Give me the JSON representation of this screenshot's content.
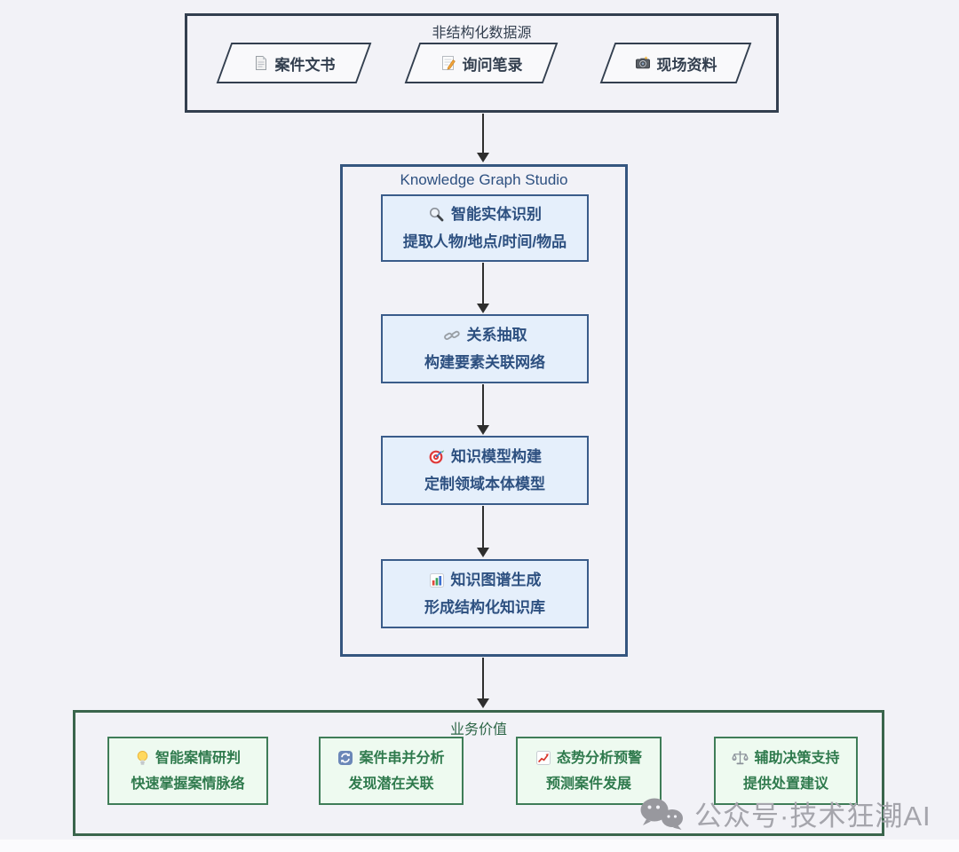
{
  "colors": {
    "background": "#f2f2f7",
    "dark_slate": "#333f4f",
    "navy_text": "#2d5080",
    "blue_fill": "#e5effb",
    "blue_border": "#3a5c8a",
    "green_text": "#2f7a4d",
    "green_fill": "#eefaf0",
    "green_border": "#3f7d58",
    "arrow": "#2e2e2e",
    "watermark": "#a5a5ac"
  },
  "sources": {
    "title": "非结构化数据源",
    "items": [
      {
        "label": "案件文书",
        "icon": "document-icon"
      },
      {
        "label": "询问笔录",
        "icon": "memo-icon"
      },
      {
        "label": "现场资料",
        "icon": "camera-icon"
      }
    ]
  },
  "studio": {
    "title": "Knowledge Graph Studio",
    "steps": [
      {
        "icon": "search-icon",
        "title": "智能实体识别",
        "subtitle": "提取人物/地点/时间/物品"
      },
      {
        "icon": "link-icon",
        "title": "关系抽取",
        "subtitle": "构建要素关联网络"
      },
      {
        "icon": "target-icon",
        "title": "知识模型构建",
        "subtitle": "定制领域本体模型"
      },
      {
        "icon": "chart-icon",
        "title": "知识图谱生成",
        "subtitle": "形成结构化知识库"
      }
    ]
  },
  "value": {
    "title": "业务价值",
    "items": [
      {
        "icon": "bulb-icon",
        "title": "智能案情研判",
        "subtitle": "快速掌握案情脉络"
      },
      {
        "icon": "sync-icon",
        "title": "案件串并分析",
        "subtitle": "发现潜在关联"
      },
      {
        "icon": "trend-icon",
        "title": "态势分析预警",
        "subtitle": "预测案件发展"
      },
      {
        "icon": "scale-icon",
        "title": "辅助决策支持",
        "subtitle": "提供处置建议"
      }
    ]
  },
  "watermark": {
    "icon": "wechat-icon",
    "text": "公众号·技术狂潮AI"
  }
}
